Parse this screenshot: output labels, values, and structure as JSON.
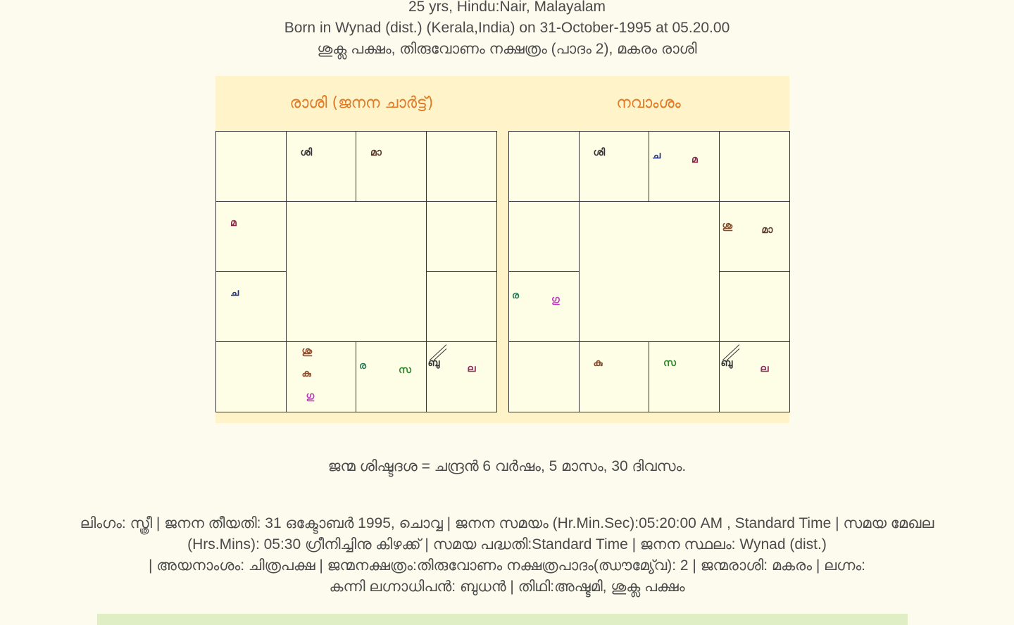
{
  "header": {
    "line1": "25 yrs, Hindu:Nair, Malayalam",
    "line2": "Born in Wynad (dist.) (Kerala,India) on 31-October-1995 at 05.20.00",
    "line3": "ശുക്ല പക്ഷം, തിരുവോണം നക്ഷത്രം (പാദം 2), മകരം രാശി"
  },
  "rasi_chart": {
    "title": "രാശി (ജനന ചാർട്ട്)",
    "cells": {
      "r0c1": [
        {
          "t": "ശി",
          "color": "#333333"
        }
      ],
      "r0c2": [
        {
          "t": "മാ",
          "color": "#5a3a2a"
        }
      ],
      "r1c0": [
        {
          "t": "മ",
          "color": "#8a2a4a"
        }
      ],
      "r2c0": [
        {
          "t": "ച",
          "color": "#23307a"
        }
      ],
      "r3c1": [
        {
          "t": "ശു",
          "color": "#8a4a2a"
        },
        {
          "t": "കു",
          "color": "#8a4a2a"
        },
        {
          "t": "ഗു",
          "color": "#c03ac0"
        }
      ],
      "r3c2": [
        {
          "t": "ര",
          "color": "#2a7a5a"
        },
        {
          "t": "സ",
          "color": "#2a8a2a"
        }
      ],
      "r3c3": [
        {
          "t": "ബു",
          "color": "#333333"
        },
        {
          "t": "ല",
          "color": "#8a2a5a"
        }
      ]
    }
  },
  "navamsa_chart": {
    "title": "നവാംശം",
    "cells": {
      "r0c1": [
        {
          "t": "ശി",
          "color": "#333333"
        }
      ],
      "r0c2": [
        {
          "t": "ച",
          "color": "#23307a"
        },
        {
          "t": "മ",
          "color": "#8a2a4a"
        }
      ],
      "r1c3": [
        {
          "t": "ശു",
          "color": "#8a4a2a"
        },
        {
          "t": "മാ",
          "color": "#5a3a2a"
        }
      ],
      "r2c0": [
        {
          "t": "ര",
          "color": "#2a7a5a"
        },
        {
          "t": "ഗു",
          "color": "#c03ac0"
        }
      ],
      "r3c1": [
        {
          "t": "കു",
          "color": "#8a4a2a"
        }
      ],
      "r3c2": [
        {
          "t": "സ",
          "color": "#2a8a2a"
        }
      ],
      "r3c3": [
        {
          "t": "ബു",
          "color": "#333333"
        },
        {
          "t": "ല",
          "color": "#8a2a5a"
        }
      ]
    }
  },
  "dasha": "ജന്മ ശിഷ്ടദശ = ചന്ദ്രൻ 6 വർഷം, 5 മാസം, 30 ദിവസം.",
  "details": {
    "line1": "ലിംഗം: സ്ത്രീ | ജനന തീയതി: 31 ഒക്ടോബർ 1995, ചൊവ്വ | ജനന സമയം (Hr.Min.Sec):05:20:00 AM , Standard Time | സമയ മേഖല",
    "line2": "(Hrs.Mins): 05:30 ഗ്രീനിച്ചിനു കിഴക്ക് | സമയ പദ്ധതി:Standard Time | ജനന സ്ഥലം: Wynad (dist.)",
    "line3": "| അയനാംശം: ചിത്രപക്ഷ | ജന്മനക്ഷത്രം:തിരുവോണം നക്ഷത്രപാദം(ഝൗമ്യേ്വ): 2 | ജന്മരാശി: മകരം | ലഗ്നം:",
    "line4": "കന്നി ലഗ്നാധിപൻ: ബുധൻ | തിഥി:അഷ്ടമി, ശുക്ല പക്ഷം"
  },
  "colors": {
    "background": "#fcfbee",
    "panel": "#fff3c9",
    "title": "#e07b27",
    "bottom_bar": "#dfeec4"
  }
}
